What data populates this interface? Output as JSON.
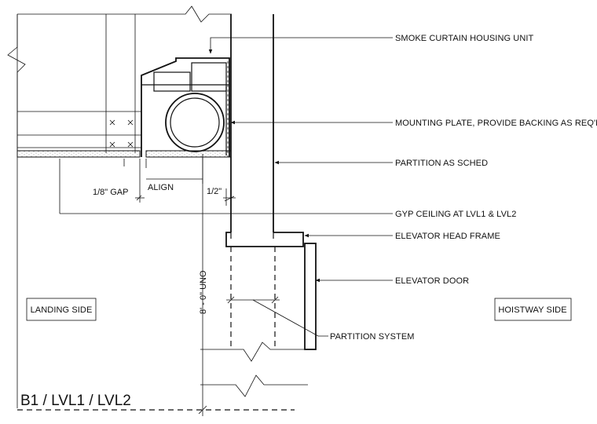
{
  "callouts": {
    "smoke_curtain": "SMOKE CURTAIN HOUSING UNIT",
    "mounting_plate": "MOUNTING PLATE, PROVIDE BACKING AS REQ'D",
    "partition": "PARTITION AS  SCHED",
    "gyp_ceiling": "GYP CEILING AT LVL1 & LVL2",
    "head_frame": "ELEVATOR HEAD FRAME",
    "elevator_door": "ELEVATOR DOOR",
    "partition_system": "PARTITION SYSTEM"
  },
  "dimensions": {
    "gap": "1/8\" GAP",
    "align": "ALIGN",
    "half_inch": "1/2\"",
    "height": "8' - 0\" UNO"
  },
  "zones": {
    "landing": "LANDING SIDE",
    "hoistway": "HOISTWAY SIDE"
  },
  "level_label": "B1 / LVL1 / LVL2"
}
